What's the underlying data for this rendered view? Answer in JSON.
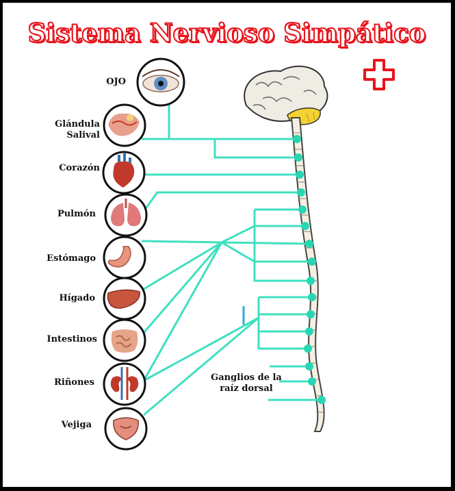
{
  "title": "Sistema Nervioso Simpático",
  "organs": [
    {
      "id": "ojo",
      "label": "OJO"
    },
    {
      "id": "glandula",
      "label_line1": "Glándula",
      "label_line2": "Salival"
    },
    {
      "id": "corazon",
      "label": "Corazón"
    },
    {
      "id": "pulmon",
      "label": "Pulmón"
    },
    {
      "id": "estomago",
      "label": "Estómago"
    },
    {
      "id": "higado",
      "label": "Hígado"
    },
    {
      "id": "intestinos",
      "label": "Intestinos"
    },
    {
      "id": "rinones",
      "label": "Riñones"
    },
    {
      "id": "vejiga",
      "label": "Vejiga"
    }
  ],
  "ganglia_label": {
    "line1": "Ganglios de la",
    "line2": "raíz dorsal"
  },
  "colors": {
    "nerve": "#3fe0c0",
    "node": "#27d7b4",
    "title_outline": "#e8141c",
    "plus": "#e8141c"
  }
}
